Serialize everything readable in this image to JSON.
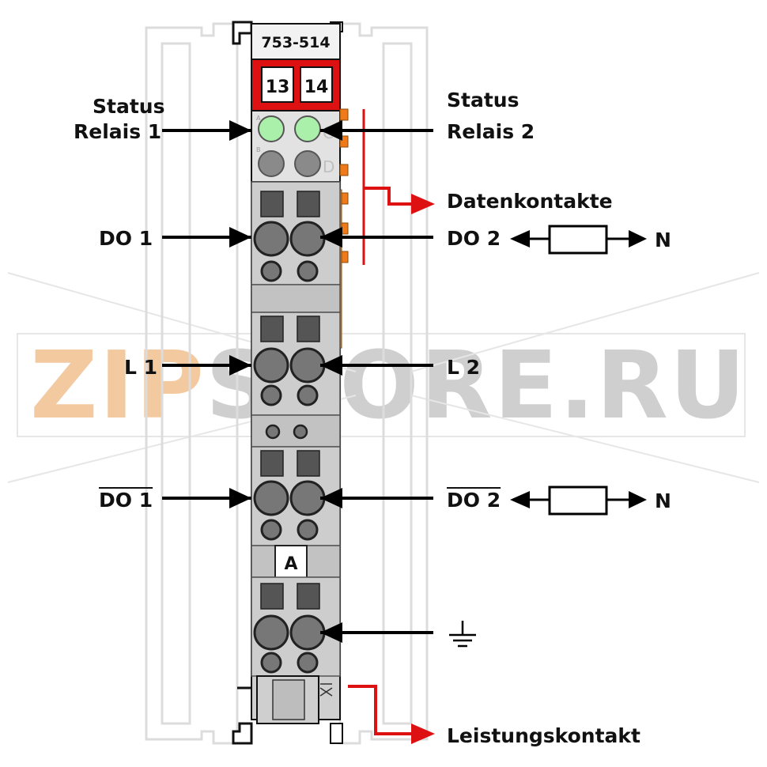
{
  "module": {
    "part_number": "753-514",
    "channel_labels": [
      "13",
      "14"
    ],
    "block_letter": "A",
    "led_row_letters": [
      "A",
      "B"
    ],
    "led_side_letters": [
      "C",
      "D"
    ]
  },
  "labels": {
    "status_relais_1": [
      "Status",
      "Relais 1"
    ],
    "status_relais_2": [
      "Status",
      "Relais 2"
    ],
    "datenkontakte": "Datenkontakte",
    "do1": "DO 1",
    "do2": "DO 2",
    "l1": "L 1",
    "l2": "L 2",
    "do1_inv": "DO 1",
    "do2_inv": "DO 2",
    "n_top": "N",
    "n_bottom": "N",
    "leistungskontakt": "Leistungskontakt"
  },
  "watermark": {
    "part1": "ZIP",
    "part2": "STORE.RU"
  },
  "colors": {
    "module_body": "#c8c8c8",
    "accent_red": "#dd1111",
    "orange_contacts": "#f07a1a",
    "led_on": "#aaf0aa",
    "led_off": "#8a8a8a",
    "watermark_orange": "#f3c9a0",
    "watermark_gray": "#c4c4c4"
  }
}
